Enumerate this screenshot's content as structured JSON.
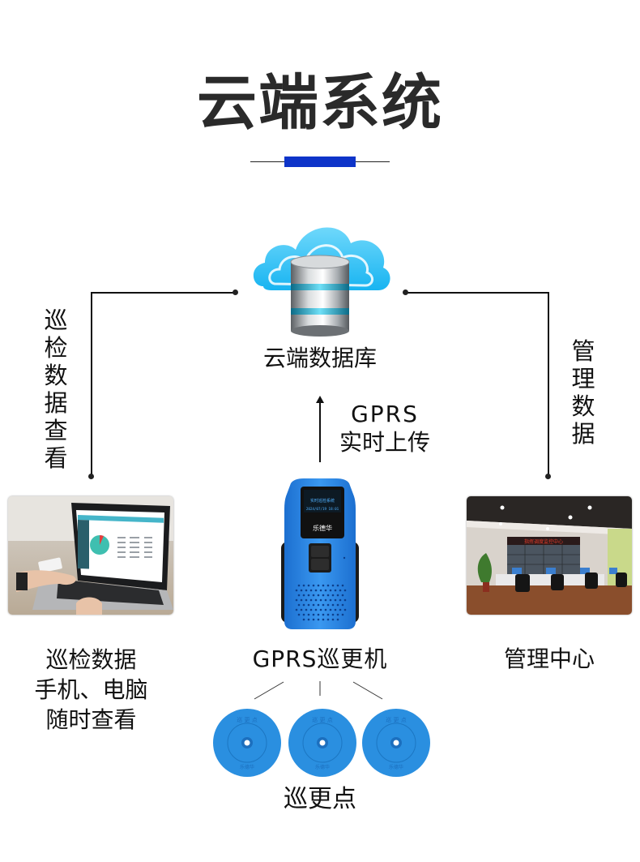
{
  "header": {
    "title": "云端系统",
    "accent_color": "#0e34c9"
  },
  "cloud_database": {
    "icon": "cloud-database-icon",
    "label": "云端数据库"
  },
  "left_connector": {
    "label_chars": [
      "巡",
      "检",
      "数",
      "据",
      "查",
      "看"
    ]
  },
  "right_connector": {
    "label_chars": [
      "管",
      "理",
      "数",
      "据"
    ]
  },
  "upload": {
    "line1": "GPRS",
    "line2": "实时上传",
    "icon": "arrow-up-icon"
  },
  "device": {
    "brand": "乐德华",
    "screen_title": "实时巡检系统",
    "screen_datetime": "2024/07/19 18:01",
    "label": "GPRS巡更机",
    "color": "#2a8be8"
  },
  "laptop_panel": {
    "image": "laptop-photo",
    "label_lines": [
      "巡检数据",
      "手机、电脑",
      "随时查看"
    ]
  },
  "control_center": {
    "image": "control-room-photo",
    "wall_banner": "指挥调度监控中心",
    "label": "管理中心"
  },
  "checkpoints": {
    "count": 3,
    "tag_text": "巡 更 点",
    "tag_brand": "乐德华",
    "label": "巡更点",
    "color": "#2a8fe0"
  }
}
